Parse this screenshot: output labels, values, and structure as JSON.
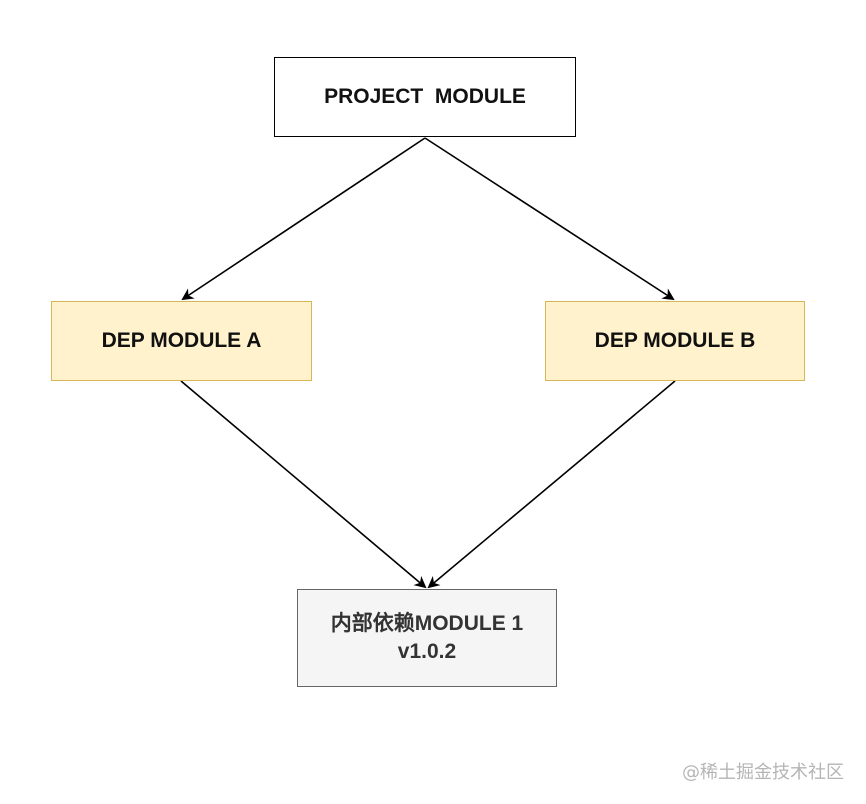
{
  "nodes": {
    "project": {
      "label": "PROJECT  MODULE"
    },
    "dep_a": {
      "label": "DEP MODULE A"
    },
    "dep_b": {
      "label": "DEP MODULE B"
    },
    "internal": {
      "line1": "内部依赖MODULE 1",
      "line2": "v1.0.2"
    }
  },
  "edges": [
    {
      "from": "PROJECT  MODULE",
      "to": "DEP MODULE A"
    },
    {
      "from": "PROJECT  MODULE",
      "to": "DEP MODULE B"
    },
    {
      "from": "DEP MODULE A",
      "to": "内部依赖MODULE 1"
    },
    {
      "from": "DEP MODULE B",
      "to": "内部依赖MODULE 1"
    }
  ],
  "colors": {
    "dep_fill": "#fff2cc",
    "dep_border": "#d6b656",
    "internal_fill": "#f5f5f5",
    "internal_border": "#666666",
    "edge": "#000000"
  },
  "watermark": "@稀土掘金技术社区"
}
